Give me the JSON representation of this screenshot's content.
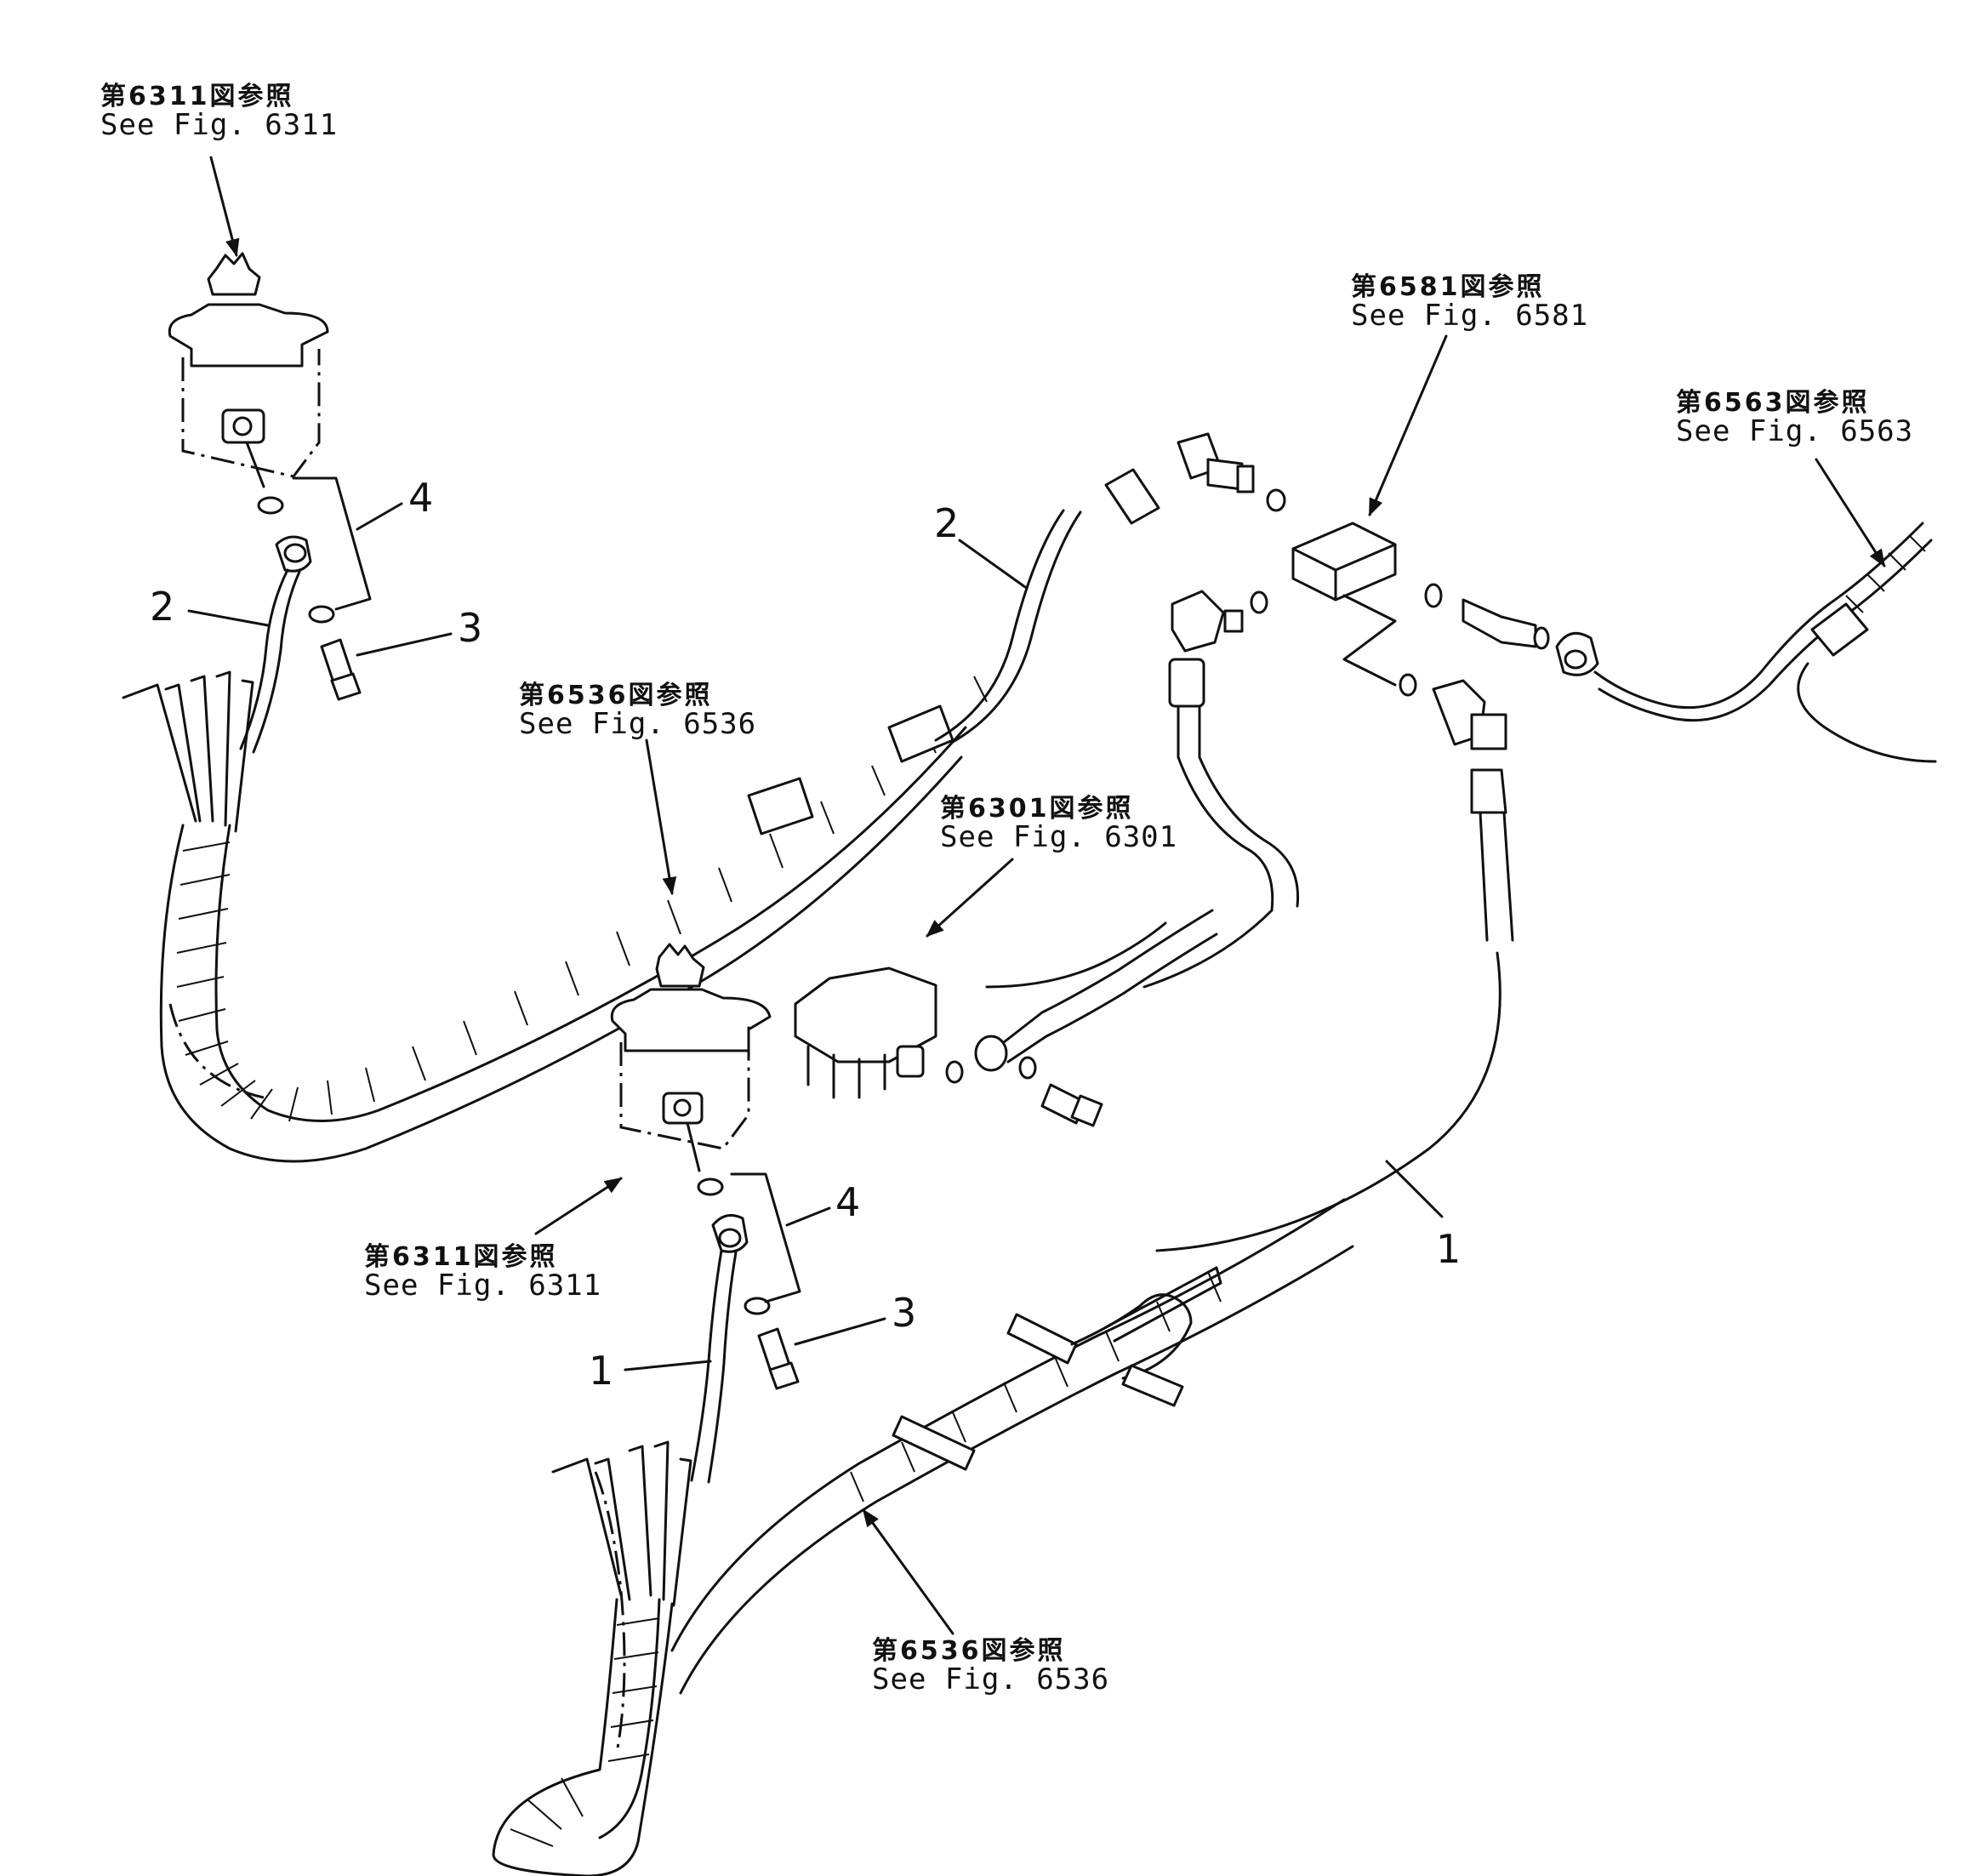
{
  "references": [
    {
      "id": "ref-6311-top",
      "jp": "第6311図参照",
      "en": "See Fig. 6311"
    },
    {
      "id": "ref-6581",
      "jp": "第6581図参照",
      "en": "See Fig. 6581"
    },
    {
      "id": "ref-6563",
      "jp": "第6563図参照",
      "en": "See Fig. 6563"
    },
    {
      "id": "ref-6536-mid",
      "jp": "第6536図参照",
      "en": "See Fig. 6536"
    },
    {
      "id": "ref-6301",
      "jp": "第6301図参照",
      "en": "See Fig. 6301"
    },
    {
      "id": "ref-6311-bottom",
      "jp": "第6311図参照",
      "en": "See Fig. 6311"
    },
    {
      "id": "ref-6536-bottom",
      "jp": "第6536図参照",
      "en": "See Fig. 6536"
    }
  ],
  "callouts": [
    {
      "id": "callout-4-top",
      "label": "4"
    },
    {
      "id": "callout-2-left",
      "label": "2"
    },
    {
      "id": "callout-3-top",
      "label": "3"
    },
    {
      "id": "callout-2-right",
      "label": "2"
    },
    {
      "id": "callout-1-right",
      "label": "1"
    },
    {
      "id": "callout-4-bottom",
      "label": "4"
    },
    {
      "id": "callout-3-bottom",
      "label": "3"
    },
    {
      "id": "callout-1-bottom",
      "label": "1"
    }
  ]
}
